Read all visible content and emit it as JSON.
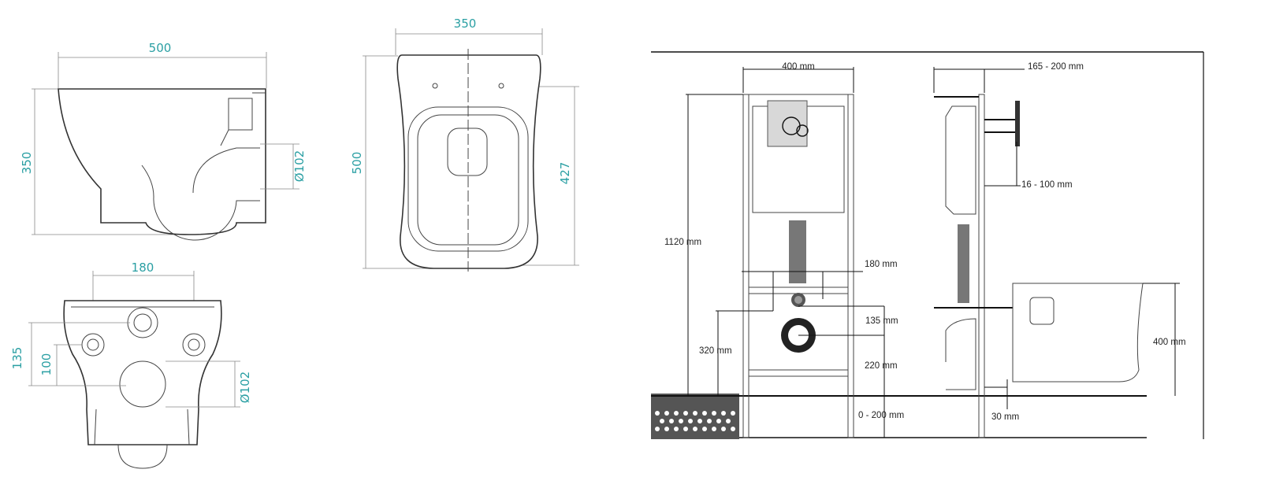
{
  "accent_color": "#2a9fa3",
  "side_view": {
    "width": "500",
    "height": "350",
    "outlet_diameter": "Ø102"
  },
  "top_view": {
    "width": "350",
    "length": "500",
    "bowl_length": "427"
  },
  "back_view": {
    "bolt_spacing": "180",
    "inlet_height": "135",
    "bolt_height": "100",
    "outlet_diameter": "Ø102"
  },
  "installation": {
    "frame_width": "400 mm",
    "frame_height": "1120 mm",
    "depth_range": "165 - 200 mm",
    "wall_offset": "16 - 100 mm",
    "bolt_spacing": "180 mm",
    "bolt_height": "320 mm",
    "inlet_offset": "135 mm",
    "outlet_height": "220 mm",
    "floor_adjust": "0 - 200 mm",
    "gap": "30 mm",
    "bowl_height": "400 mm"
  }
}
